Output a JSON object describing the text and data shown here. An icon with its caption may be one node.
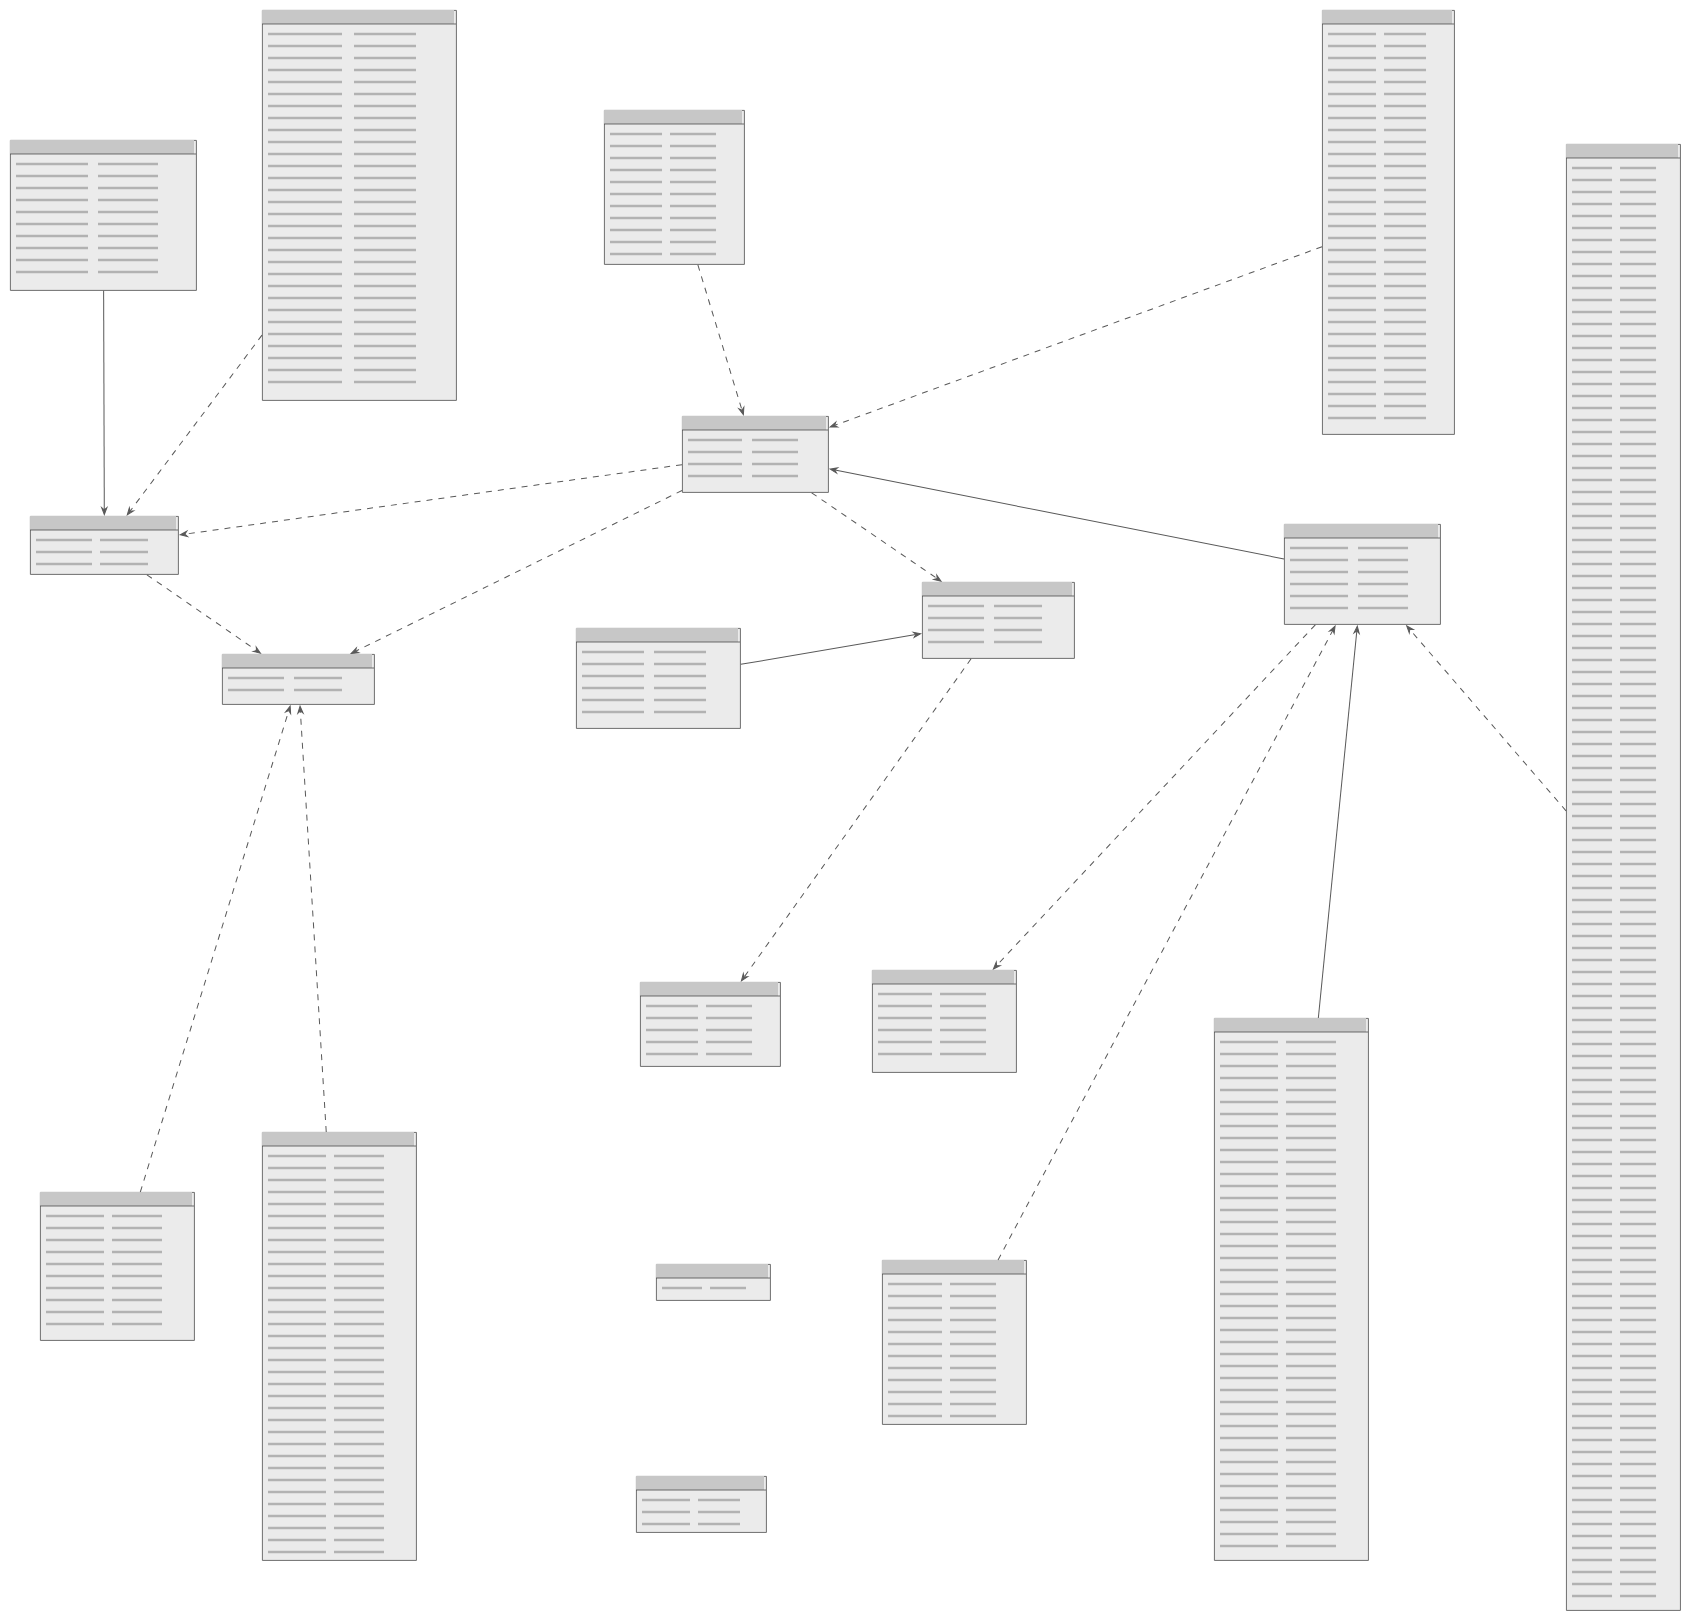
{
  "diagram": {
    "nodes": [
      {
        "text": [],
        "shape": "box"
      },
      {
        "text": [],
        "shape": "box"
      },
      {
        "text": [],
        "shape": "box"
      },
      {
        "text": [],
        "shape": "box"
      },
      {
        "text": [],
        "shape": "box"
      },
      {
        "text": [],
        "shape": "box"
      },
      {
        "text": [],
        "shape": "box"
      },
      {
        "text": [],
        "shape": "box"
      },
      {
        "text": [],
        "shape": "box"
      },
      {
        "text": [],
        "shape": "box"
      },
      {
        "text": [],
        "shape": "box"
      },
      {
        "text": [],
        "shape": "box"
      },
      {
        "text": [],
        "shape": "box"
      },
      {
        "text": [],
        "shape": "box"
      },
      {
        "text": [],
        "shape": "box"
      },
      {
        "text": [],
        "shape": "box"
      },
      {
        "text": [],
        "shape": "box"
      },
      {
        "text": [],
        "shape": "box"
      },
      {
        "text": [],
        "shape": "box"
      }
    ],
    "edges": [
      {
        "from": 0,
        "to": 5,
        "arrow": "to"
      },
      {
        "from": 1,
        "to": 5,
        "arrow": "to",
        "style": "dashed"
      },
      {
        "from": 6,
        "to": 5,
        "arrow": "to",
        "style": "dashed"
      },
      {
        "from": 5,
        "to": 7,
        "arrow": "to",
        "style": "dashed"
      },
      {
        "from": 6,
        "to": 7,
        "arrow": "to",
        "style": "dashed"
      },
      {
        "from": 2,
        "to": 6,
        "arrow": "to",
        "style": "dashed"
      },
      {
        "from": 3,
        "to": 6,
        "arrow": "to",
        "style": "dashed"
      },
      {
        "from": 10,
        "to": 6,
        "arrow": "to"
      },
      {
        "from": 6,
        "to": 9,
        "arrow": "to",
        "style": "dashed"
      },
      {
        "from": 8,
        "to": 9,
        "arrow": "to"
      },
      {
        "from": 9,
        "to": 11,
        "arrow": "to",
        "style": "dashed"
      },
      {
        "from": 13,
        "to": 7,
        "arrow": "to",
        "style": "dashed"
      },
      {
        "from": 14,
        "to": 7,
        "arrow": "to",
        "style": "dashed"
      },
      {
        "from": 10,
        "to": 12,
        "arrow": "to",
        "style": "dashed"
      },
      {
        "from": 17,
        "to": 10,
        "arrow": "to",
        "style": "dashed"
      },
      {
        "from": 18,
        "to": 10,
        "arrow": "to"
      },
      {
        "from": 4,
        "to": 10,
        "arrow": "to",
        "style": "dashed"
      }
    ]
  }
}
